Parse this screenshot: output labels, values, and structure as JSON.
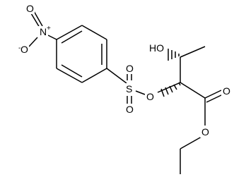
{
  "molecule": {
    "atoms": {
      "nitro_n": "N",
      "nitro_o_top": "O",
      "nitro_o_minus": "O",
      "sulfur": "S",
      "sulfonyl_o_top": "O",
      "sulfonyl_o_bottom": "O",
      "ester_link_o": "O",
      "hydroxyl": "HO",
      "carbonyl_o": "O",
      "ethoxy_o": "O"
    },
    "charges": {
      "nitro_n_plus": "+",
      "nitro_o_minus": "-"
    }
  }
}
